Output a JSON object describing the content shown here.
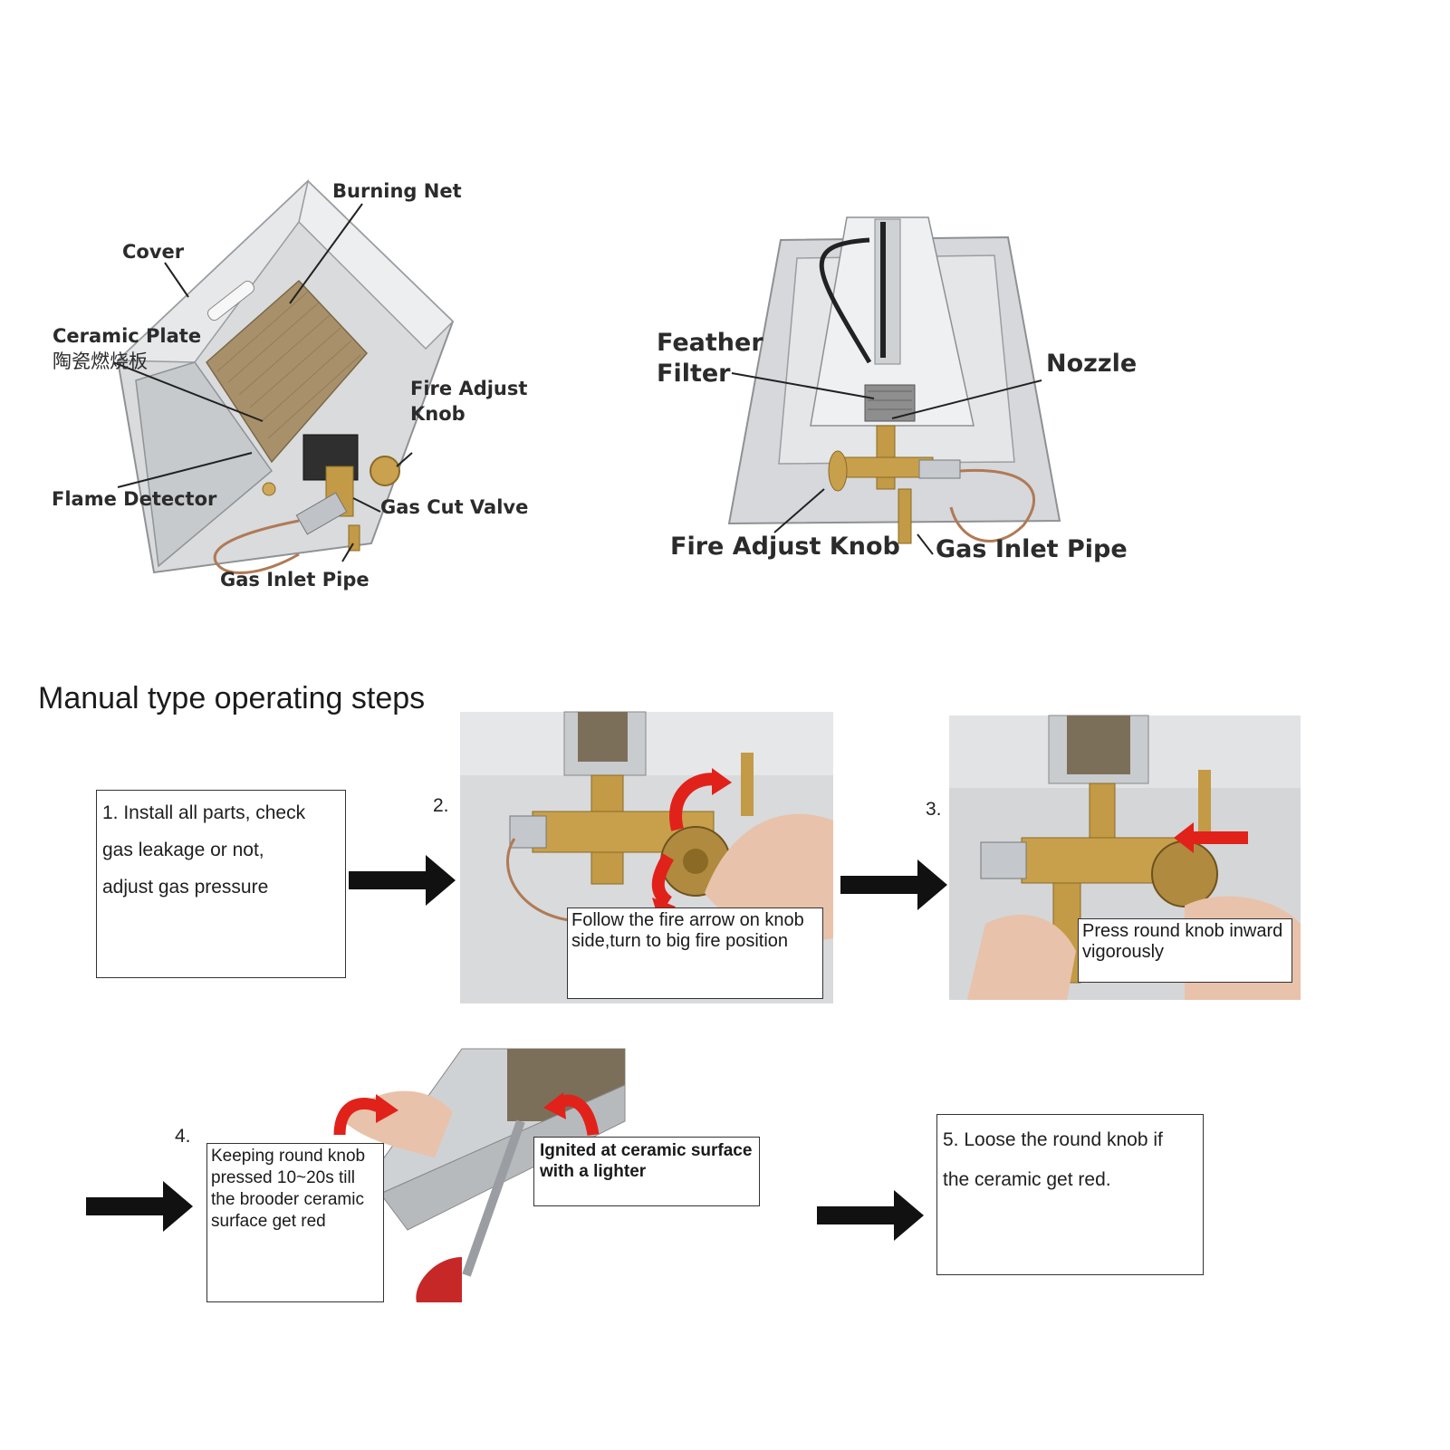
{
  "diagram_left": {
    "labels": {
      "burning_net": "Burning Net",
      "cover": "Cover",
      "ceramic_plate": "Ceramic Plate",
      "ceramic_plate_cn": "陶瓷燃烧板",
      "fire_adjust_knob": "Fire Adjust\nKnob",
      "flame_detector": "Flame Detector",
      "gas_cut_valve": "Gas Cut Valve",
      "gas_inlet_pipe": "Gas Inlet Pipe"
    }
  },
  "diagram_right": {
    "labels": {
      "feather_filter": "Feather\nFilter",
      "nozzle": "Nozzle",
      "fire_adjust_knob": "Fire Adjust Knob",
      "gas_inlet_pipe": "Gas Inlet Pipe"
    }
  },
  "steps_section": {
    "title": "Manual type operating steps",
    "step1": {
      "text": "1. Install all parts, check\n    gas leakage or not,\n    adjust gas pressure"
    },
    "step2": {
      "number": "2.",
      "caption": "Follow the fire arrow on knob\nside,turn to big fire position"
    },
    "step3": {
      "number": "3.",
      "caption": "Press round knob inward\nvigorously"
    },
    "step4": {
      "number": "4.",
      "caption": "Keeping round knob\npressed 10~20s till\nthe brooder ceramic\nsurface get red",
      "lighter_caption": "Ignited at ceramic surface\nwith a lighter"
    },
    "step5": {
      "text": "5. Loose the round knob if\n    the ceramic get red."
    }
  },
  "colors": {
    "arrow": "#111111",
    "red_arrow": "#e0221b",
    "brass": "#b8913a",
    "steel": "#c9ccd0",
    "mesh": "#a08a5e"
  }
}
